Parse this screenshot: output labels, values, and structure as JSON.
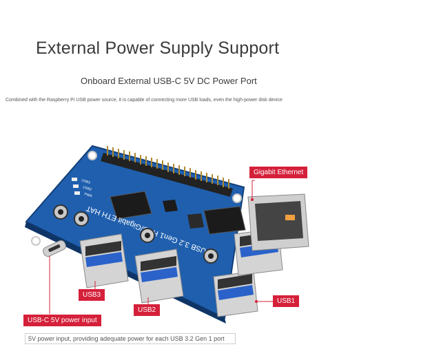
{
  "heading": {
    "title": "External Power Supply Support",
    "subtitle": "Onboard External USB-C 5V DC Power Port",
    "description": "Combined with the Raspberry Pi USB power source, it is capable of connecting more USB loads, even the high-power disk device"
  },
  "board": {
    "silkscreen": "USB 3.2 Gen1 HUB/Gigabit ETH HAT",
    "leds": [
      "USB3",
      "USB2",
      "PWR"
    ]
  },
  "callouts": {
    "gigabit_ethernet": "Gigabit Ethernet",
    "usb3": "USB3",
    "usb2": "USB2",
    "usb1": "USB1",
    "usbc_power": "USB-C 5V power input"
  },
  "caption": "5V power input, providing adequate power for each USB 3.2 Gen 1 port",
  "colors": {
    "accent": "#d5203a",
    "board": "#1f5fae"
  }
}
